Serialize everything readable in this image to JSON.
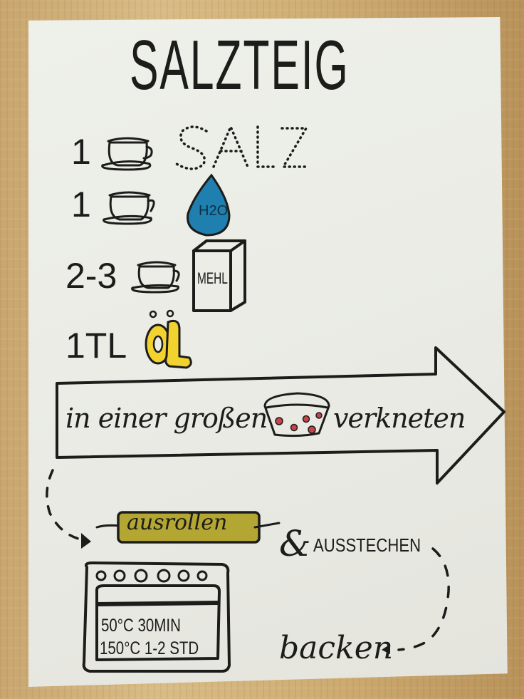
{
  "recipe": {
    "title": "SALZTEIG",
    "ingredients": [
      {
        "quantity": "1",
        "unit_icon": "cup-icon",
        "item": "SALZ",
        "item_style": "dotted-letters"
      },
      {
        "quantity": "1",
        "unit_icon": "cup-icon",
        "item": "H2O",
        "item_icon": "water-drop-icon"
      },
      {
        "quantity": "2-3",
        "unit_icon": "cup-icon",
        "item": "MEHL",
        "item_icon": "flour-bag-icon"
      },
      {
        "quantity": "1TL",
        "item": "ÖL",
        "item_style": "yellow-bubble-letters"
      }
    ],
    "steps": {
      "knead": {
        "text_before": "in einer großen",
        "icon": "bowl-icon",
        "text_after": "verkneten"
      },
      "roll": {
        "label": "ausrollen",
        "icon": "rolling-pin-icon",
        "connector": "&",
        "text": "AUSSTECHEN"
      },
      "bake": {
        "label": "backen",
        "icon": "oven-icon",
        "oven_lines": [
          "50°C  30MIN",
          "150°C  1-2 STD"
        ]
      }
    }
  },
  "colors": {
    "ink": "#1c1c1a",
    "paper": "#ebece6",
    "wood": "#cfae74",
    "water_blue": "#1f7fae",
    "oil_yellow": "#f2d22e",
    "rolling_pin": "#b4a632",
    "bowl_dots": "#c8434a"
  }
}
